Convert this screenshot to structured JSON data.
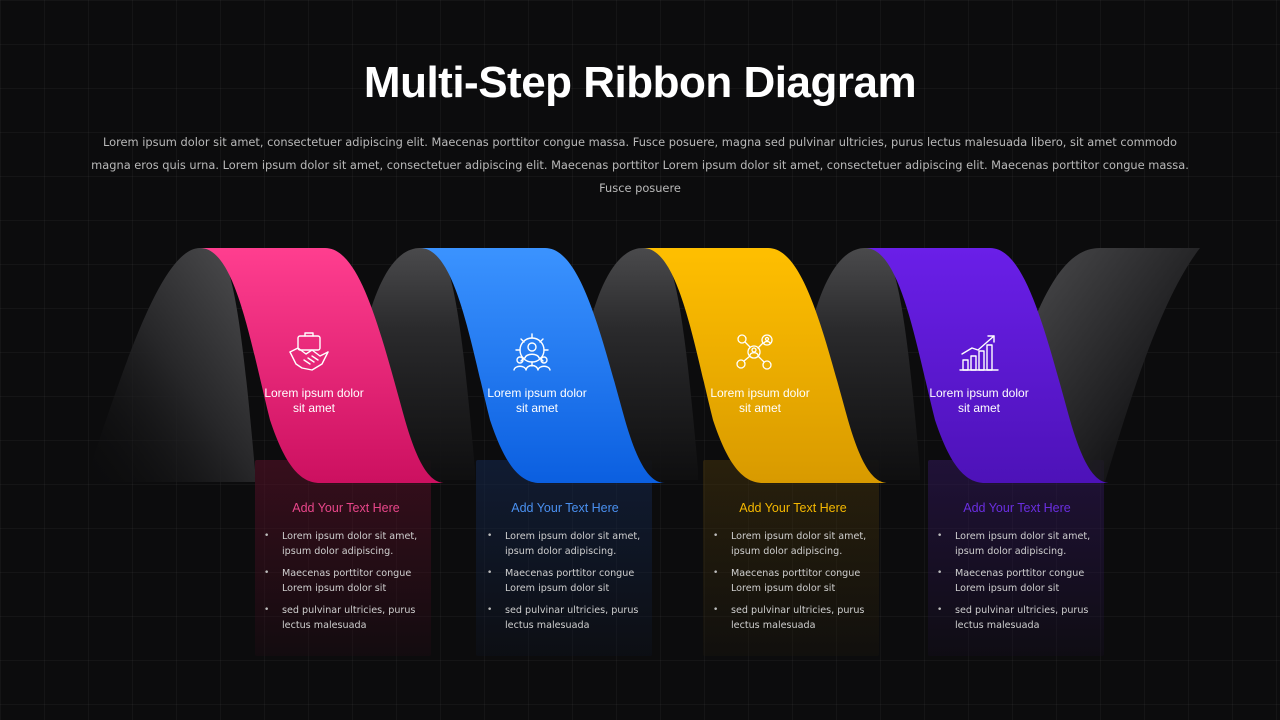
{
  "header": {
    "title": "Multi-Step Ribbon Diagram",
    "subtitle": "Lorem ipsum dolor sit amet, consectetuer adipiscing elit. Maecenas porttitor congue massa. Fusce posuere, magna sed pulvinar ultricies, purus lectus malesuada libero, sit amet commodo magna eros quis urna. Lorem ipsum dolor sit amet, consectetuer adipiscing elit. Maecenas porttitor Lorem ipsum dolor sit amet, consectetuer adipiscing elit. Maecenas porttitor congue massa. Fusce posuere"
  },
  "steps": [
    {
      "color_top": "#ff3e8f",
      "color_bottom": "#cc1060",
      "accent": "#f0508f",
      "icon": "handshake-icon",
      "label_line1": "Lorem ipsum dolor",
      "label_line2": "sit amet",
      "heading": "Add Your  Text Here",
      "bullets": [
        {
          "line1": "Lorem ipsum dolor sit amet,",
          "line2": "ipsum dolor  adipiscing."
        },
        {
          "line1": "Maecenas porttitor congue",
          "line2": "Lorem ipsum dolor sit"
        },
        {
          "line1": "sed pulvinar ultricies, purus",
          "line2": "lectus malesuada"
        }
      ]
    },
    {
      "color_top": "#3b93ff",
      "color_bottom": "#0b5fe0",
      "accent": "#4a90f0",
      "icon": "team-gear-icon",
      "label_line1": "Lorem ipsum dolor",
      "label_line2": "sit amet",
      "heading": "Add Your  Text Here",
      "bullets": [
        {
          "line1": "Lorem ipsum dolor sit amet,",
          "line2": "ipsum dolor  adipiscing."
        },
        {
          "line1": "Maecenas porttitor congue",
          "line2": "Lorem ipsum dolor sit"
        },
        {
          "line1": "sed pulvinar ultricies, purus",
          "line2": "lectus malesuada"
        }
      ]
    },
    {
      "color_top": "#ffbf00",
      "color_bottom": "#d89a00",
      "accent": "#f5b800",
      "icon": "network-people-icon",
      "label_line1": "Lorem ipsum dolor",
      "label_line2": "sit amet",
      "heading": "Add Your  Text Here",
      "bullets": [
        {
          "line1": "Lorem ipsum dolor sit amet,",
          "line2": "ipsum dolor  adipiscing."
        },
        {
          "line1": "Maecenas porttitor congue",
          "line2": "Lorem ipsum dolor sit"
        },
        {
          "line1": "sed pulvinar ultricies, purus",
          "line2": "lectus malesuada"
        }
      ]
    },
    {
      "color_top": "#6a1fe8",
      "color_bottom": "#4d12b8",
      "accent": "#6a2ee0",
      "icon": "growth-chart-icon",
      "label_line1": "Lorem ipsum dolor",
      "label_line2": "sit amet",
      "heading": "Add Your  Text Here",
      "bullets": [
        {
          "line1": "Lorem ipsum dolor sit amet,",
          "line2": "ipsum dolor  adipiscing."
        },
        {
          "line1": "Maecenas porttitor congue",
          "line2": "Lorem ipsum dolor sit"
        },
        {
          "line1": "sed pulvinar ultricies, purus",
          "line2": "lectus malesuada"
        }
      ]
    }
  ]
}
